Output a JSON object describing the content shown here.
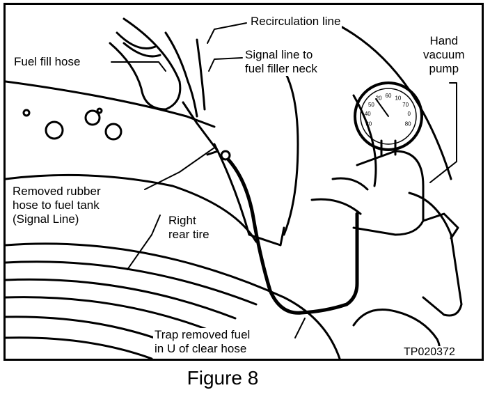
{
  "labels": {
    "recirculation_line": "Recirculation line",
    "fuel_fill_hose": "Fuel fill hose",
    "signal_line_1": "Signal line to",
    "signal_line_2": "fuel filler neck",
    "hand_vac_1": "Hand",
    "hand_vac_2": "vacuum",
    "hand_vac_3": "pump",
    "removed_hose_1": "Removed rubber",
    "removed_hose_2": "hose to fuel tank",
    "removed_hose_3": "(Signal Line)",
    "right_tire_1": "Right",
    "right_tire_2": "rear tire",
    "trap_1": "Trap removed fuel",
    "trap_2": "in U of clear hose"
  },
  "figure_code": "TP020372",
  "caption": "Figure 8",
  "gauge_numbers": [
    "30",
    "40",
    "50",
    "20",
    "60",
    "10",
    "70",
    "0",
    "80"
  ]
}
